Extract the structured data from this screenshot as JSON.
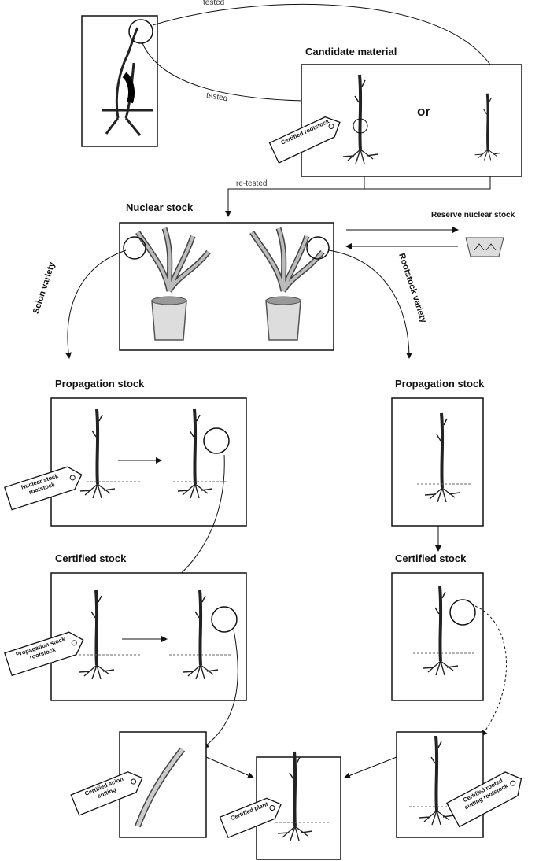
{
  "labels": {
    "tested_top": "tested",
    "tested_bottom": "tested",
    "candidate_material": "Candidate material",
    "or": "or",
    "re_tested": "re-tested",
    "nuclear_stock": "Nuclear stock",
    "reserve_nuclear_stock": "Reserve nuclear stock",
    "scion_variety": "Scion variety",
    "rootstock_variety": "Rootstock variety",
    "propagation_stock_left": "Propagation stock",
    "propagation_stock_right": "Propagation stock",
    "certified_stock_left": "Certified stock",
    "certified_stock_right": "Certified stock"
  },
  "tags": {
    "certified_rootstock": "Certified rootstock",
    "nuclear_stock_rootstock": "Nuclear stock rootstock",
    "propagation_stock_rootstock": "Propagation stock rootstock",
    "certified_scion_cutting": "Certified scion cutting",
    "certified_plant": "Certified plant",
    "certified_rooted_cutting_rootstock": "Certified rooted cutting rootstock"
  }
}
